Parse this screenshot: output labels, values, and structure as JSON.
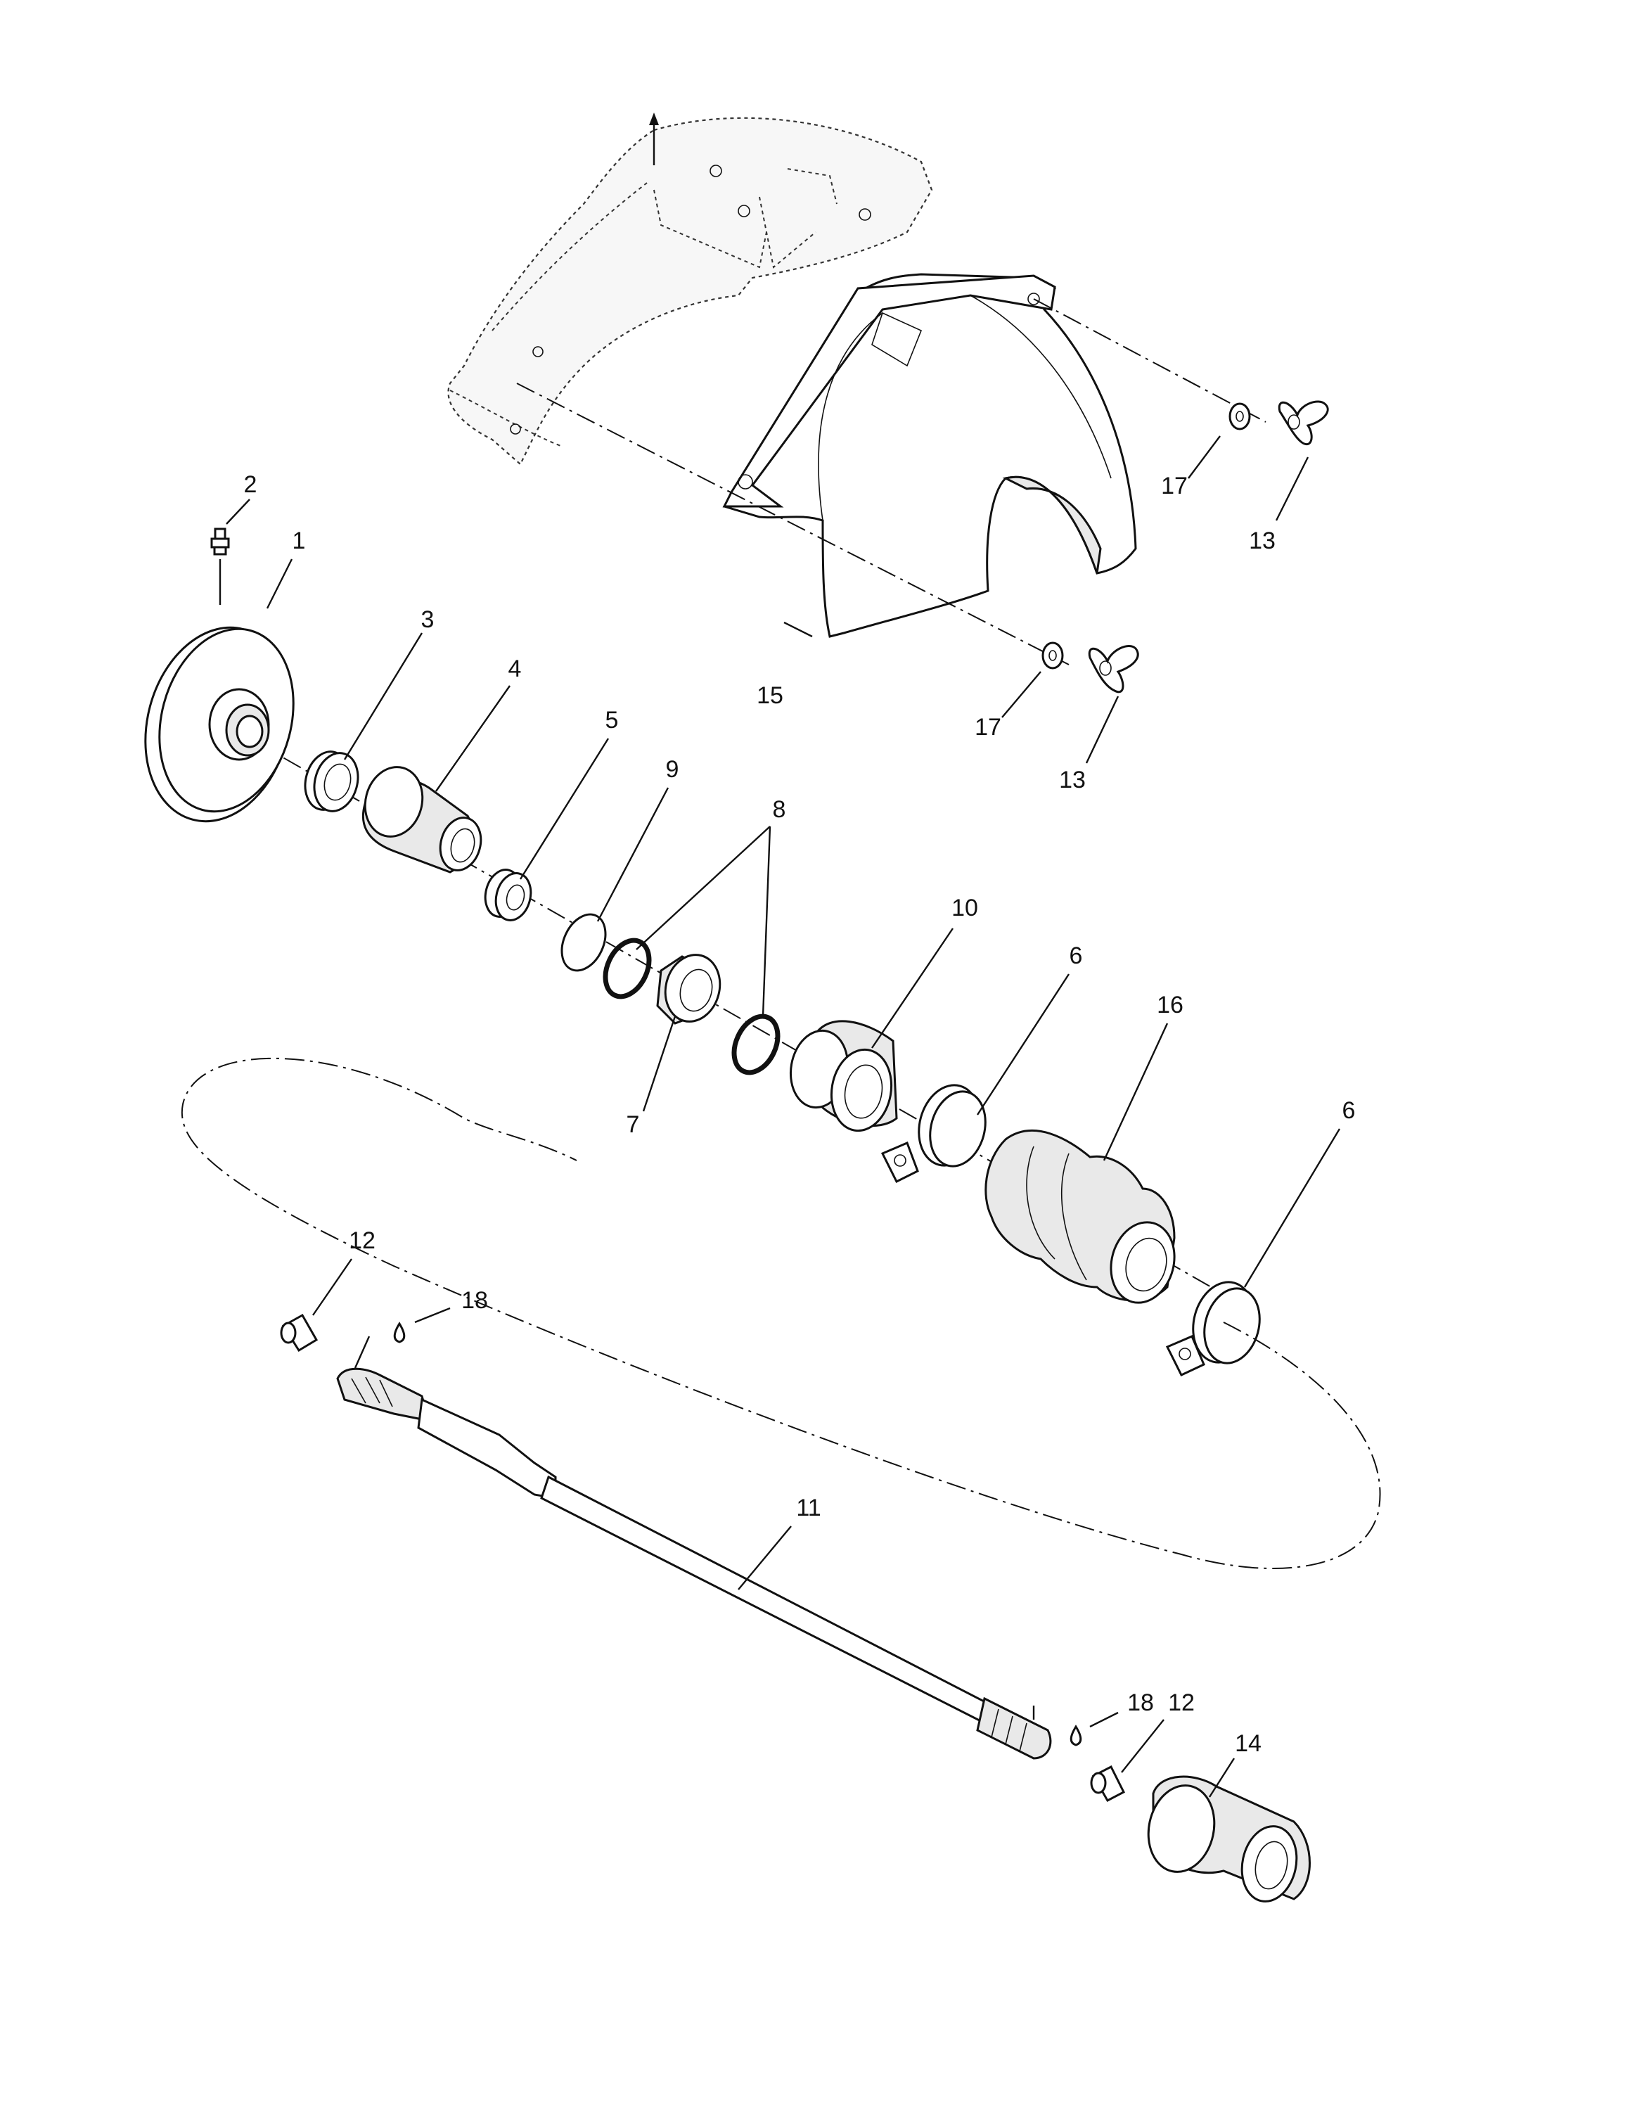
{
  "parts": [
    {
      "number": "1"
    },
    {
      "number": "2"
    },
    {
      "number": "3"
    },
    {
      "number": "4"
    },
    {
      "number": "5"
    },
    {
      "number": "6"
    },
    {
      "number": "7"
    },
    {
      "number": "8"
    },
    {
      "number": "9"
    },
    {
      "number": "10"
    },
    {
      "number": "11"
    },
    {
      "number": "12"
    },
    {
      "number": "13"
    },
    {
      "number": "14"
    },
    {
      "number": "15"
    },
    {
      "number": "16"
    },
    {
      "number": "17"
    },
    {
      "number": "18"
    }
  ],
  "colors": {
    "line": "#111111",
    "background": "#ffffff",
    "shade": "#e9e9e9"
  }
}
